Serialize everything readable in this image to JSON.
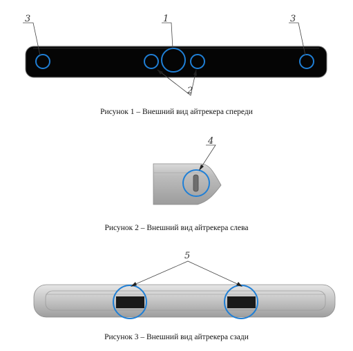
{
  "figures": [
    {
      "caption": "Рисунок 1 – Внешний вид айтрекера спереди",
      "callouts": [
        {
          "label": "3"
        },
        {
          "label": "1"
        },
        {
          "label": "3"
        },
        {
          "label": "2"
        }
      ]
    },
    {
      "caption": "Рисунок 2 – Внешний вид айтрекера слева",
      "callouts": [
        {
          "label": "4"
        }
      ]
    },
    {
      "caption": "Рисунок 3 – Внешний вид айтрекера сзади",
      "callouts": [
        {
          "label": "5"
        }
      ]
    }
  ],
  "colors": {
    "device_front": "#050505",
    "highlight_circle": "#1f7fd6",
    "device_body": "#b7b7b7",
    "leader_line": "#444444"
  }
}
